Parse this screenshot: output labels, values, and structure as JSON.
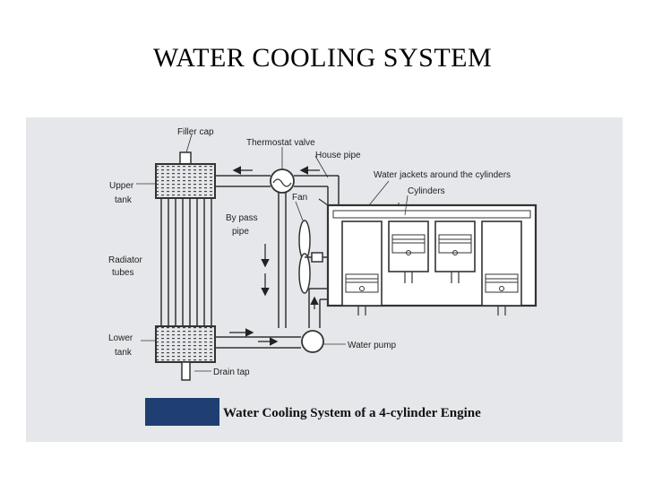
{
  "slide": {
    "title": "WATER COOLING SYSTEM"
  },
  "labels": {
    "filler_cap": "Filler cap",
    "thermostat_valve": "Thermostat valve",
    "house_pipe": "House pipe",
    "water_jackets": "Water jackets around the cylinders",
    "cylinders": "Cylinders",
    "upper_tank_1": "Upper",
    "upper_tank_2": "tank",
    "fan": "Fan",
    "bypass_1": "By pass",
    "bypass_2": "pipe",
    "radiator_1": "Radiator",
    "radiator_2": "tubes",
    "lower_tank_1": "Lower",
    "lower_tank_2": "tank",
    "water_pump": "Water pump",
    "drain_tap": "Drain tap"
  },
  "caption": {
    "text": "Water Cooling System of a 4-cylinder Engine",
    "badge_color": "#1f3f72"
  },
  "colors": {
    "panel_bg": "#e5e7ea",
    "line": "#333333"
  }
}
